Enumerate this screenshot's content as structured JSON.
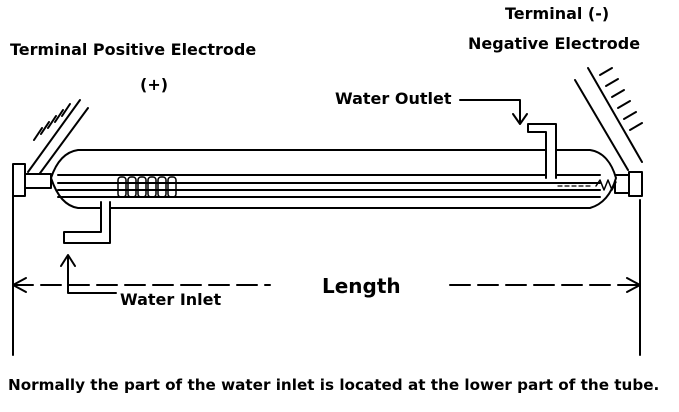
{
  "labels": {
    "positive_terminal": "Terminal Positive Electrode",
    "positive_sign": "(+)",
    "negative_terminal_line1": "Terminal  (-)",
    "negative_terminal_line2": "Negative Electrode",
    "water_outlet": "Water Outlet",
    "water_inlet": "Water Inlet",
    "length": "Length",
    "caption": "Normally the part of the water inlet is located at the lower part of the tube."
  },
  "colors": {
    "line": "#000000",
    "background": "#ffffff"
  }
}
